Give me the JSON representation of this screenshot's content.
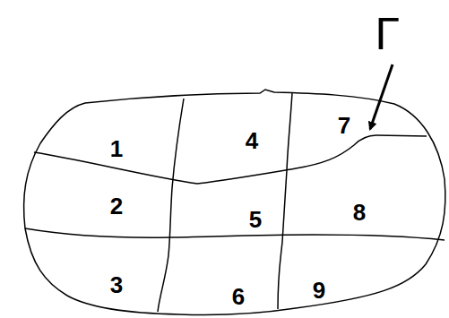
{
  "diagram": {
    "labels": [
      "Г",
      "1",
      "4",
      "7",
      "2",
      "5",
      "8",
      "3",
      "6",
      "9"
    ]
  }
}
